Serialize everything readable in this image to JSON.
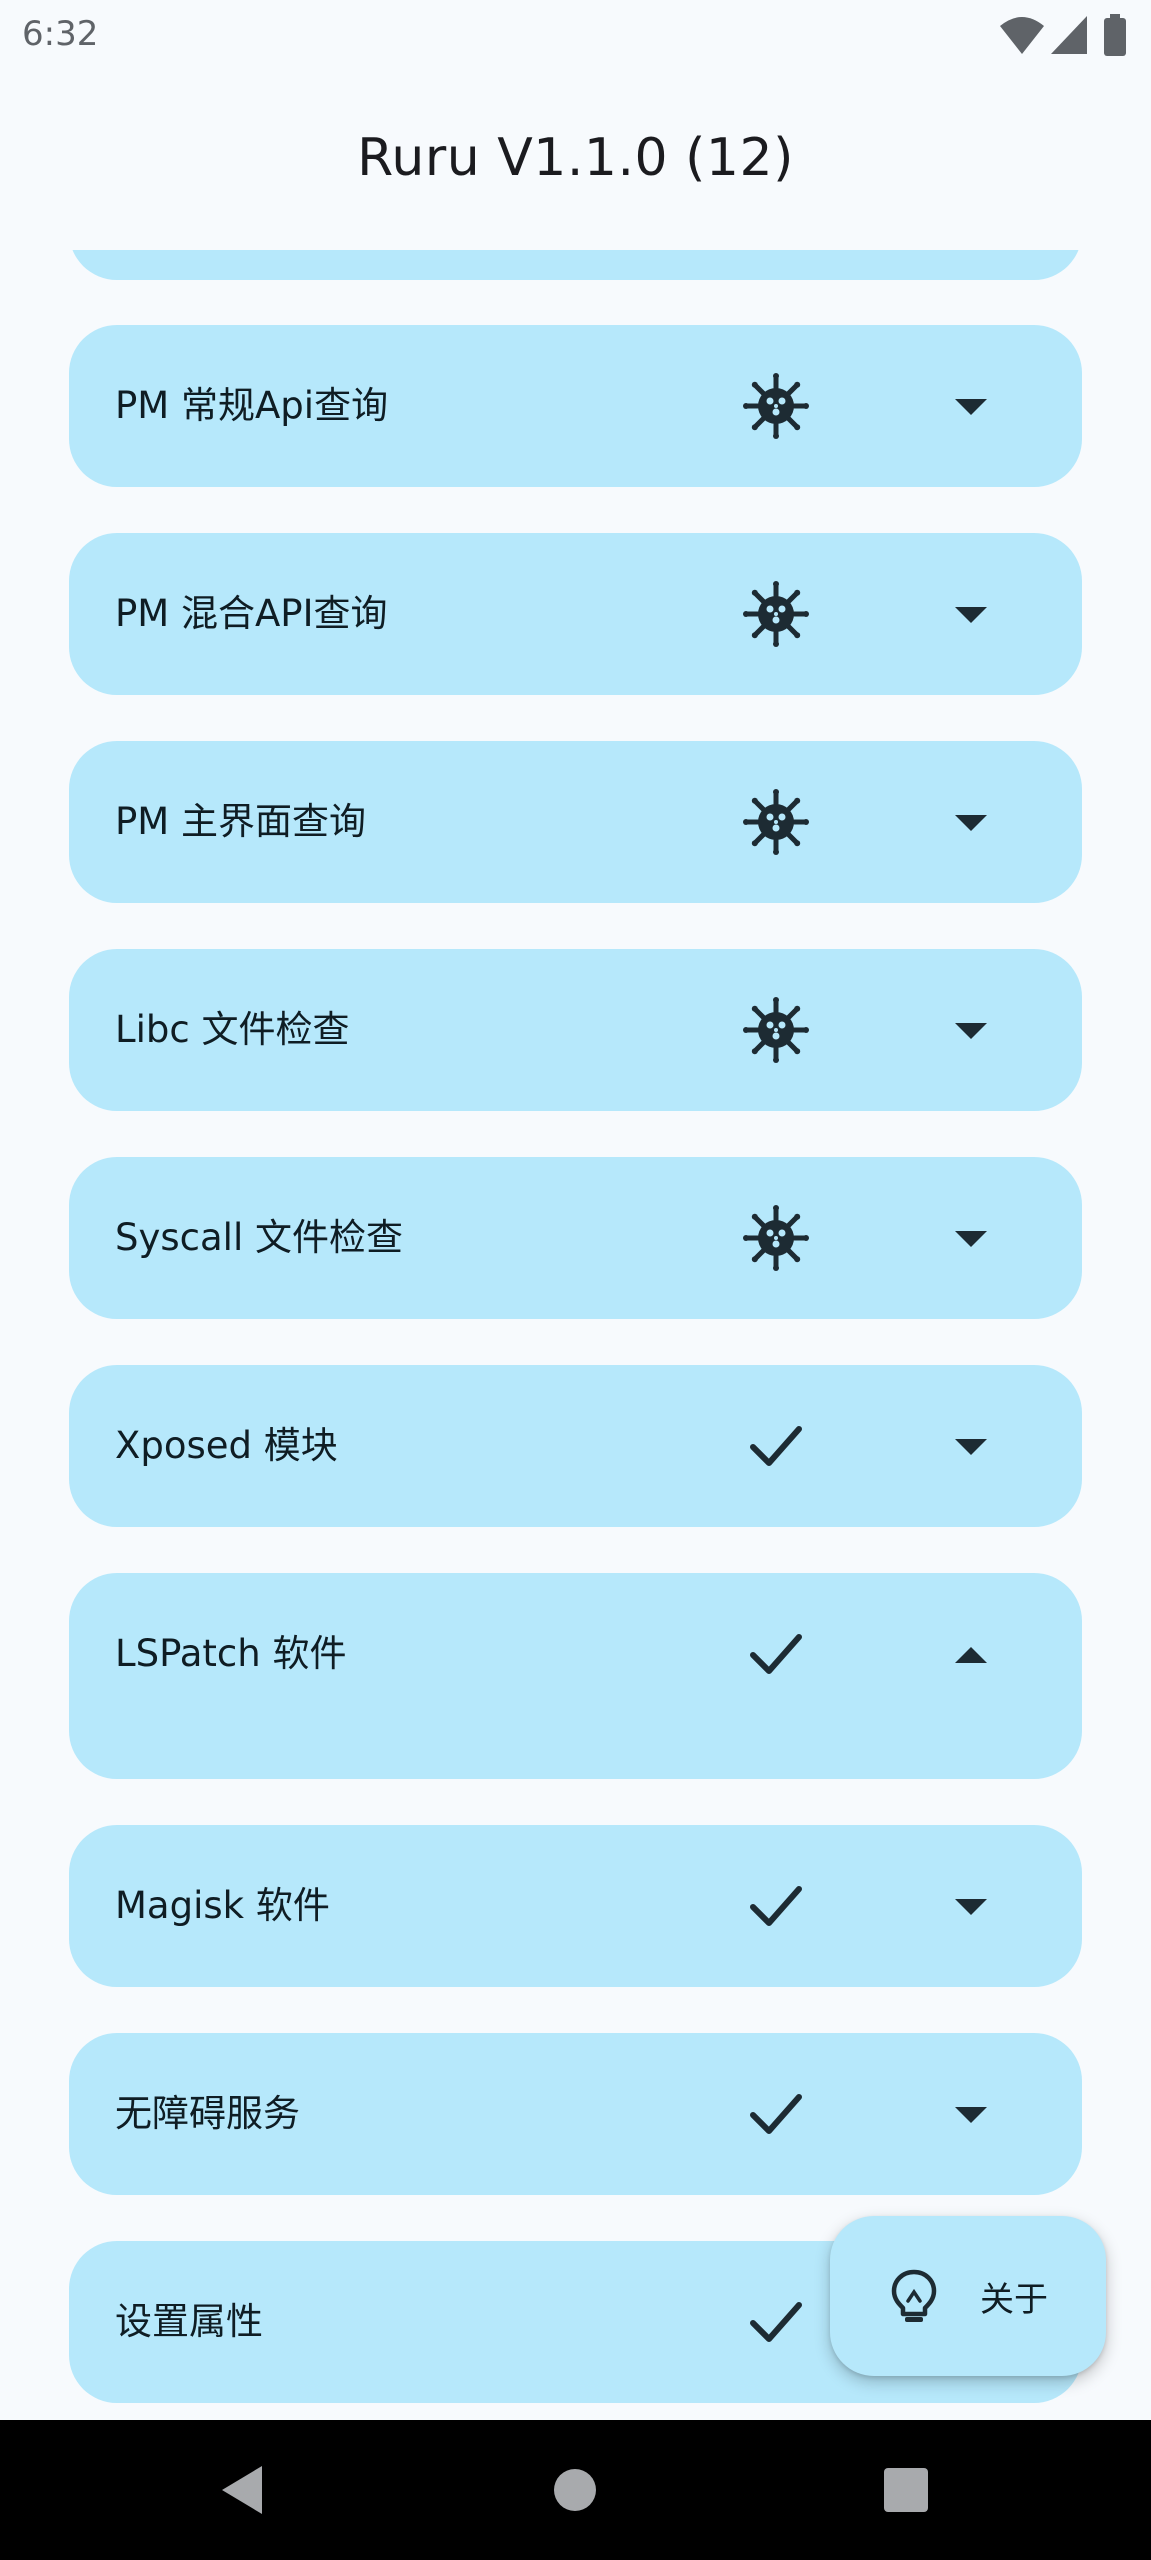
{
  "status_bar": {
    "time": "6:32",
    "icons": [
      "wifi-icon",
      "signal-icon",
      "battery-icon"
    ]
  },
  "app": {
    "title": "Ruru V1.1.0 (12)"
  },
  "colors": {
    "card_background": "#b6e8fb",
    "page_background": "#f7fafd",
    "text": "#0f1d24",
    "icon": "#1d2b33"
  },
  "checks": [
    {
      "label": "PM 常规Api查询",
      "status_icon": "virus-icon",
      "expanded": false
    },
    {
      "label": "PM 混合API查询",
      "status_icon": "virus-icon",
      "expanded": false
    },
    {
      "label": "PM 主界面查询",
      "status_icon": "virus-icon",
      "expanded": false
    },
    {
      "label": "Libc 文件检查",
      "status_icon": "virus-icon",
      "expanded": false
    },
    {
      "label": "Syscall 文件检查",
      "status_icon": "virus-icon",
      "expanded": false
    },
    {
      "label": "Xposed 模块",
      "status_icon": "check-icon",
      "expanded": false
    },
    {
      "label": "LSPatch 软件",
      "status_icon": "check-icon",
      "expanded": true
    },
    {
      "label": "Magisk 软件",
      "status_icon": "check-icon",
      "expanded": false
    },
    {
      "label": "无障碍服务",
      "status_icon": "check-icon",
      "expanded": false
    },
    {
      "label": "设置属性",
      "status_icon": "check-icon",
      "expanded": false
    }
  ],
  "fab": {
    "label": "关于",
    "icon": "lightbulb-icon"
  },
  "nav_bar": {
    "buttons": [
      "back-icon",
      "home-icon",
      "recents-icon"
    ]
  }
}
